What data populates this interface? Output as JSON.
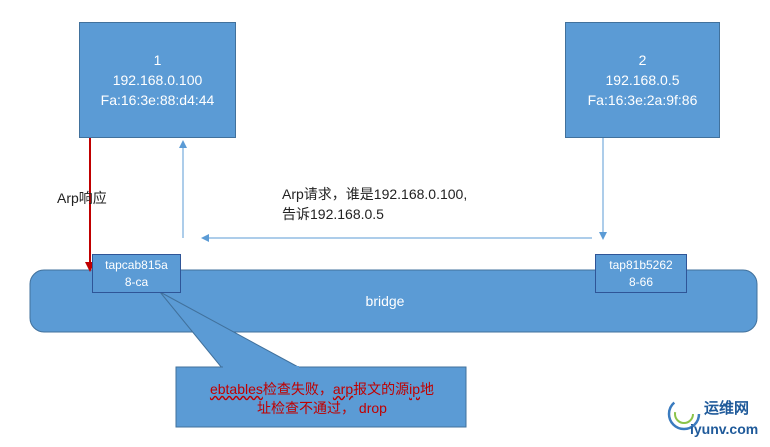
{
  "vm1": {
    "index": "1",
    "ip": "192.168.0.100",
    "mac": "Fa:16:3e:88:d4:44"
  },
  "vm2": {
    "index": "2",
    "ip": "192.168.0.5",
    "mac": "Fa:16:3e:2a:9f:86"
  },
  "bridge": {
    "label": "bridge"
  },
  "tap1": {
    "line1": "tapcab815a",
    "line2": "8-ca"
  },
  "tap2": {
    "line1": "tap81b5262",
    "line2": "8-66"
  },
  "arp_response_label": "Arp响应",
  "arp_request": {
    "line1": "Arp请求，谁是192.168.0.100,",
    "line2": "告诉192.168.0.5"
  },
  "callout": {
    "part1": "ebtables",
    "part2": "检查失败，",
    "part3": "arp",
    "part4": "报文的源",
    "part5": "ip",
    "part6": "地",
    "line2": "址检查不通过， drop"
  },
  "watermark": {
    "brand": "运维网",
    "url": "iyunv.com"
  },
  "colors": {
    "node_fill": "#5b9bd5",
    "node_border": "#41719c",
    "arrow": "#5b9bd5",
    "response_arrow": "#c00000",
    "callout_text": "#c00000"
  }
}
